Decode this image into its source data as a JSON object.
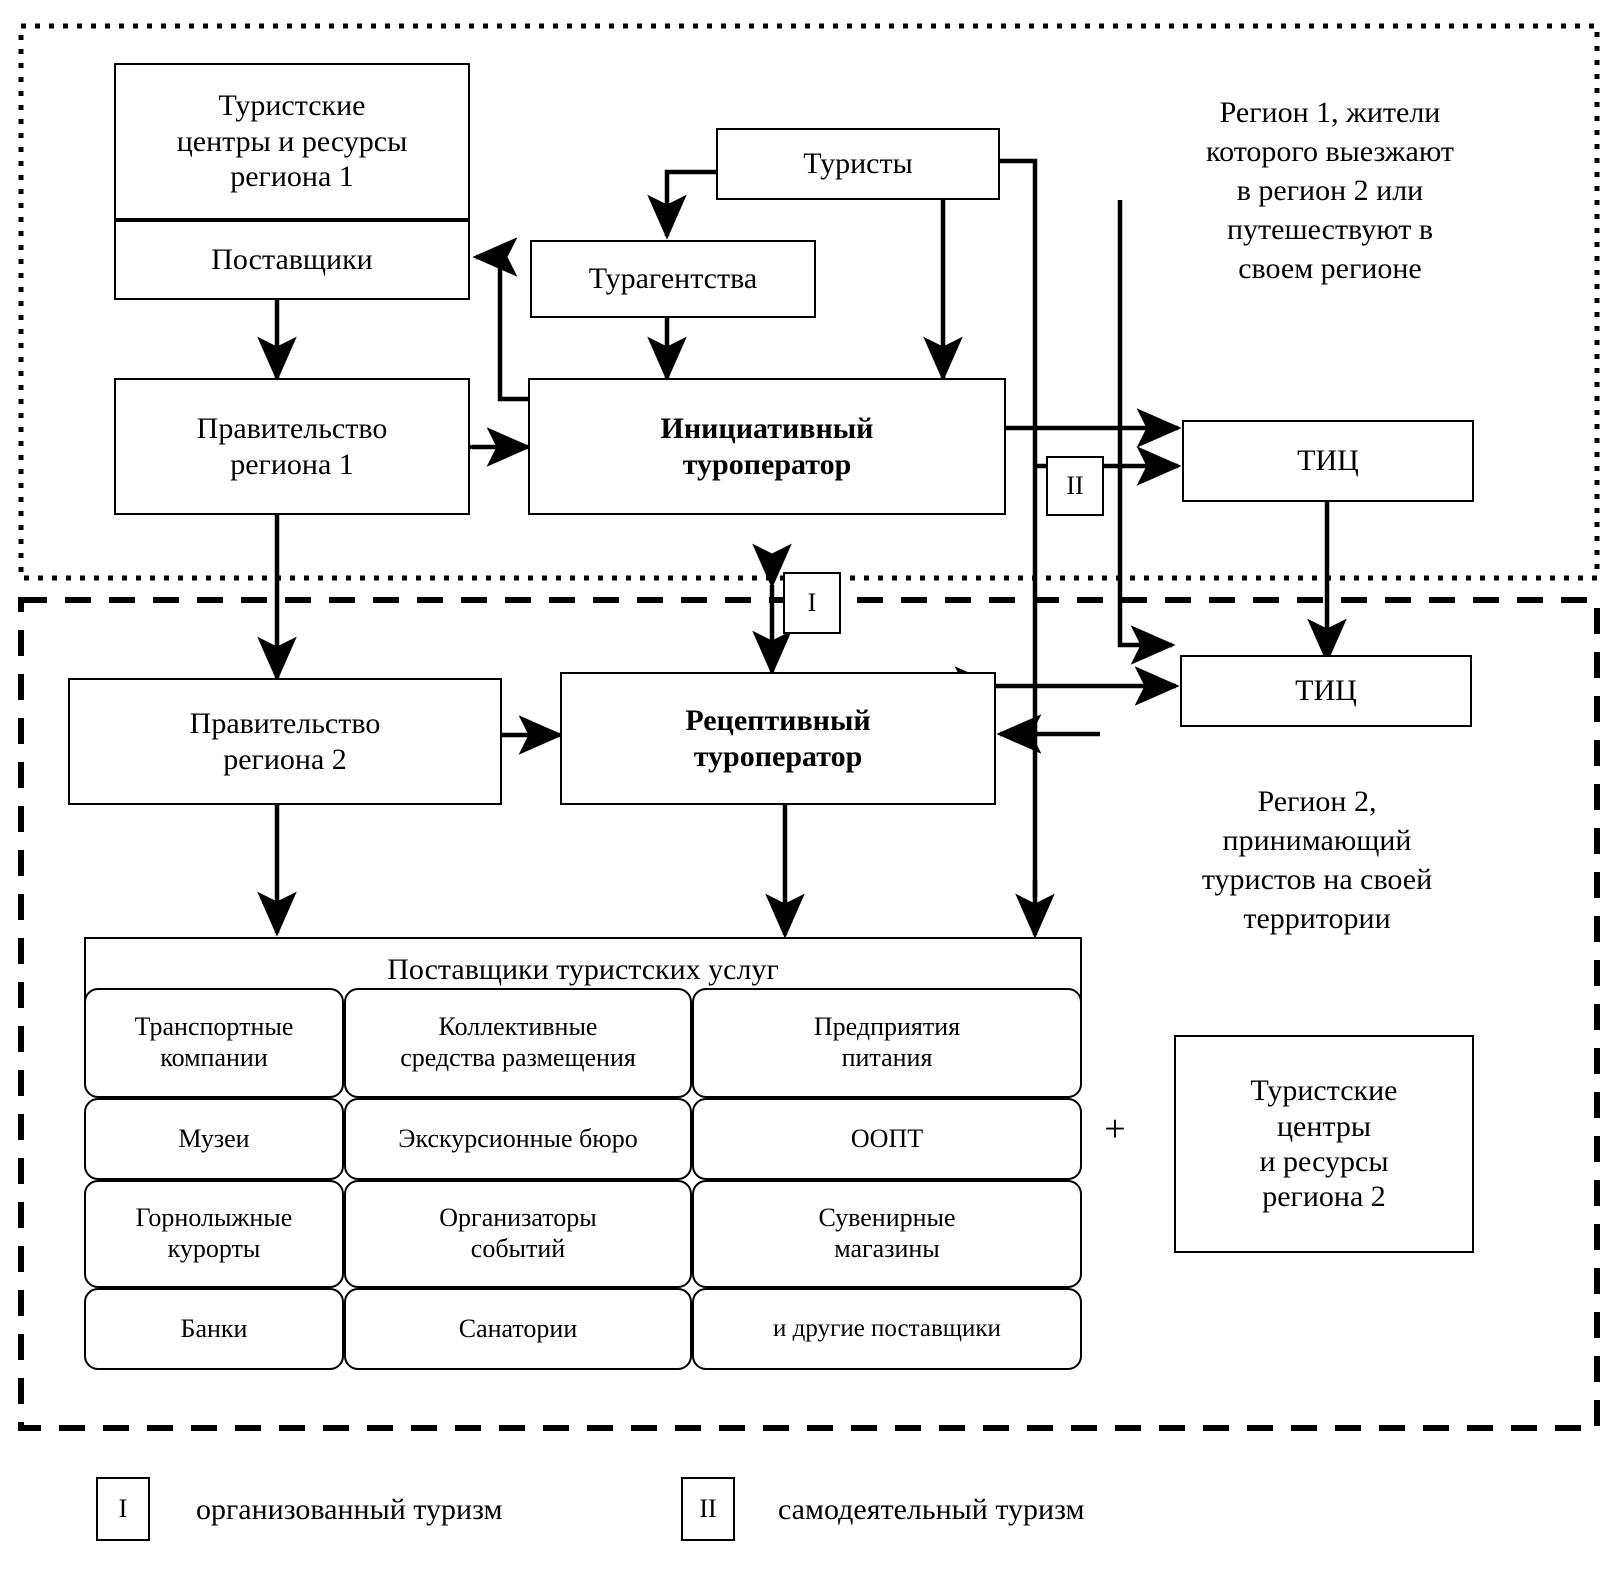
{
  "diagram": {
    "title_region1": "Регион 1, жители которого выезжают в регион 2 или путешествуют в своем регионе",
    "title_region2": "Регион 2, принимающий туристов на своей территории",
    "plus_sign": "+"
  },
  "region1": {
    "boundary_style": "dotted",
    "caption": "Регион 1, жители\nкоторого выезжают\nв регион 2 или\nпутешествуют в\nсвоем регионе",
    "nodes": {
      "resources": "Туристские\nцентры и ресурсы\nрегиона 1",
      "suppliers": "Поставщики",
      "government": "Правительство\nрегиона 1",
      "tourists": "Туристы",
      "travel_agencies": "Турагентства",
      "initiative_operator": "Инициативный\nтуроператор",
      "tic": "ТИЦ"
    }
  },
  "region2": {
    "boundary_style": "dashed",
    "caption": "Регион 2,\nпринимающий\nтуристов на своей\nтерритории",
    "nodes": {
      "government": "Правительство\nрегиона 2",
      "receptive_operator": "Рецептивный\nтуроператор",
      "tic": "ТИЦ",
      "suppliers_header": "Поставщики туристских услуг",
      "resources": "Туристские\nцентры\nи ресурсы\nрегиона 2"
    },
    "suppliers_grid": [
      [
        "Транспортные\nкомпании",
        "Коллективные\nсредства размещения",
        "Предприятия\nпитания"
      ],
      [
        "Музеи",
        "Экскурсионные бюро",
        "ООПТ"
      ],
      [
        "Горнолыжные\nкурорты",
        "Организаторы\nсобытий",
        "Сувенирные\nмагазины"
      ],
      [
        "Банки",
        "Санатории",
        "и другие поставщики"
      ]
    ]
  },
  "markers": {
    "organized": "I",
    "independent": "II"
  },
  "legend": [
    {
      "symbol": "I",
      "label": "организованный туризм"
    },
    {
      "symbol": "II",
      "label": "самодеятельный туризм"
    }
  ],
  "colors": {
    "stroke": "#000000",
    "background": "#ffffff"
  }
}
